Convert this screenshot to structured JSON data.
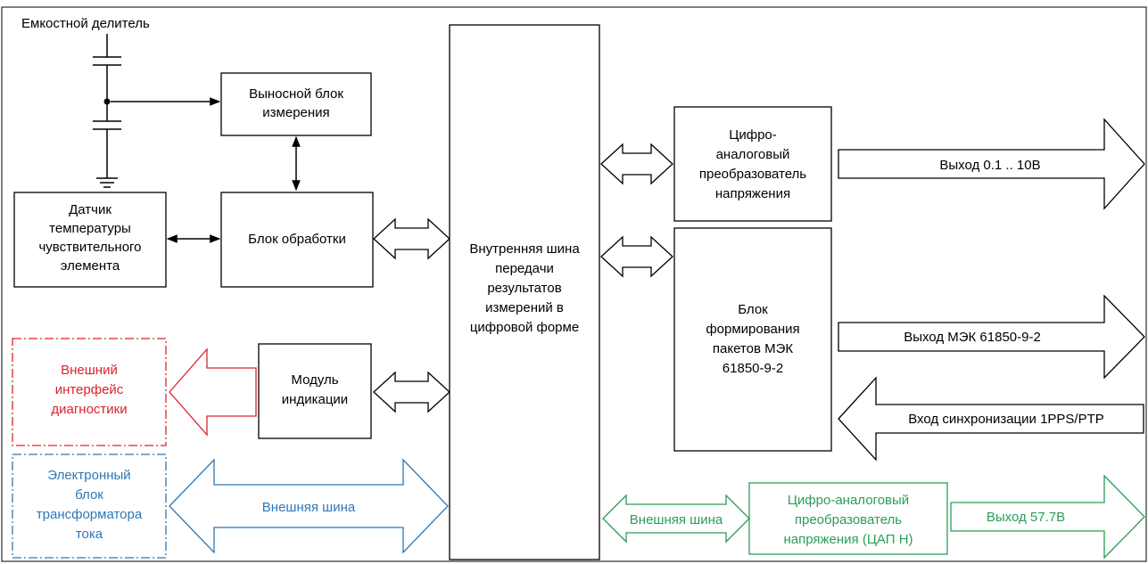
{
  "colors": {
    "black": "#000000",
    "red": "#d9232e",
    "blue": "#2f77b6",
    "green": "#2a9d57"
  },
  "capacitive_divider": {
    "title": "Емкостной делитель"
  },
  "blocks": {
    "remote_measurement": {
      "lines": [
        "Выносной блок",
        "измерения"
      ]
    },
    "temperature_sensor": {
      "lines": [
        "Датчик",
        "температуры",
        "чувствительного",
        "элемента"
      ]
    },
    "processing": {
      "lines": [
        "Блок обработки"
      ]
    },
    "indication": {
      "lines": [
        "Модуль",
        "индикации"
      ]
    },
    "internal_bus": {
      "lines": [
        "Внутренняя шина",
        "передачи",
        "результатов",
        "измерений в",
        "цифровой форме"
      ]
    },
    "dac_voltage": {
      "lines": [
        "Цифро-",
        "аналоговый",
        "преобразователь",
        "напряжения"
      ]
    },
    "iec_packets": {
      "lines": [
        "Блок",
        "формирования",
        "пакетов МЭК",
        "61850-9-2"
      ]
    },
    "external_diag": {
      "lines": [
        "Внешний",
        "интерфейс",
        "диагностики"
      ]
    },
    "ct_electronic": {
      "lines": [
        "Электронный",
        "блок",
        "трансформатора",
        "тока"
      ]
    },
    "dac_h": {
      "lines": [
        "Цифро-аналоговый",
        "преобразователь",
        "напряжения (ЦАП Н)"
      ]
    }
  },
  "arrows": {
    "out_voltage": "Выход 0.1 .. 10В",
    "out_iec": "Выход МЭК 61850-9-2",
    "in_sync": "Вход синхронизации 1PPS/PTP",
    "external_bus_blue": "Внешняя шина",
    "external_bus_green": "Внешняя шина",
    "out_57": "Выход 57.7В"
  }
}
